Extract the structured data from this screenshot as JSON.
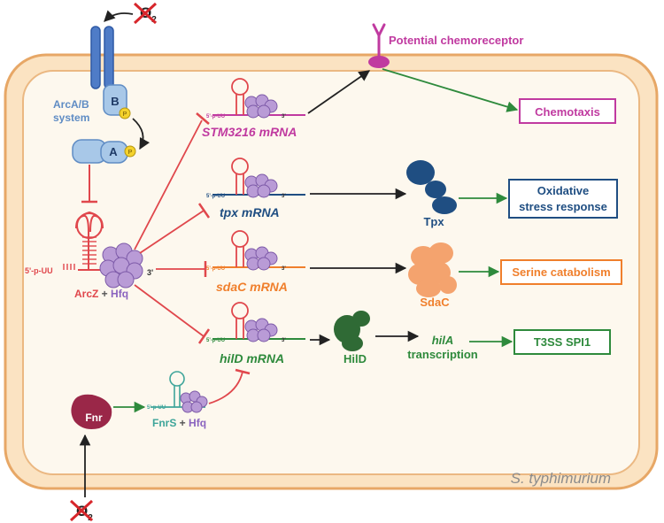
{
  "organism": "S. typhimurium",
  "oxygen": {
    "symbol": "O",
    "subscript": "2"
  },
  "arc_system": {
    "label_line1": "ArcA/B",
    "label_line2": "system",
    "b": "B",
    "a": "A",
    "p": "P"
  },
  "arcz": {
    "seq": "5'-p-UU",
    "three_prime": "3'",
    "name": "ArcZ",
    "plus": " + ",
    "hfq": "Hfq"
  },
  "fnr": {
    "name": "Fnr"
  },
  "fnrs": {
    "seq": "5'-p-UU",
    "name": "FnrS",
    "plus": " + ",
    "hfq": "Hfq"
  },
  "chemoreceptor": {
    "label": "Potential chemoreceptor"
  },
  "mrnas": [
    {
      "name": "STM3216 mRNA",
      "color": "#c03aa0",
      "seq": "5'-p-UU",
      "three": "3'"
    },
    {
      "name": "tpx mRNA",
      "color": "#1f4e82",
      "seq": "5'-p-UU",
      "three": "3'"
    },
    {
      "name": "sdaC mRNA",
      "color": "#f07f2c",
      "seq": "5'-p-UU",
      "three": "3'"
    },
    {
      "name": "hilD mRNA",
      "color": "#2e8a3c",
      "seq": "5'-p-UU",
      "three": "3'"
    }
  ],
  "proteins": {
    "tpx": "Tpx",
    "sdac": "SdaC",
    "hild": "HilD"
  },
  "hila": {
    "gene": "hilA",
    "word": "transcription"
  },
  "outcomes": {
    "chemotaxis": "Chemotaxis",
    "oxidative_line1": "Oxidative",
    "oxidative_line2": "stress response",
    "serine": "Serine catabolism",
    "t3ss": "T3SS SPI1"
  },
  "colors": {
    "cell_fill": "#fbe3c2",
    "cell_stroke": "#e7a766",
    "inner_fill": "#fdf8ee",
    "red": "#e0474c",
    "green": "#2e8a3c",
    "hfq": "#b99bd6",
    "arc": "#a8c8e8",
    "fnr": "#9a2748",
    "magenta": "#c03aa0",
    "blue": "#1f4e82",
    "orange": "#f07f2c"
  }
}
